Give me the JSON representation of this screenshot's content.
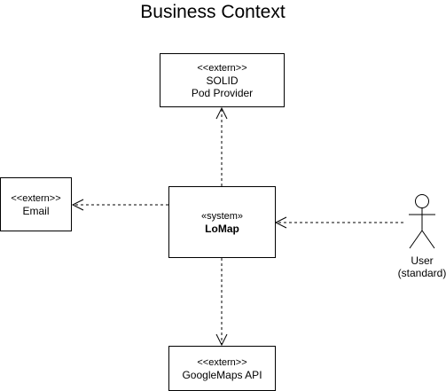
{
  "title": "Business Context",
  "nodes": {
    "solid": {
      "stereotype": "<<extern>>",
      "line1": "SOLID",
      "line2": "Pod Provider"
    },
    "email": {
      "stereotype": "<<extern>>",
      "line1": "Email"
    },
    "lomap": {
      "stereotype": "«system»",
      "line1": "LoMap"
    },
    "googlemaps": {
      "stereotype": "<<extern>>",
      "line1": "GoogleMaps API"
    }
  },
  "actor": {
    "line1": "User",
    "line2": "(standard)",
    "icon": "stick-figure-icon"
  }
}
